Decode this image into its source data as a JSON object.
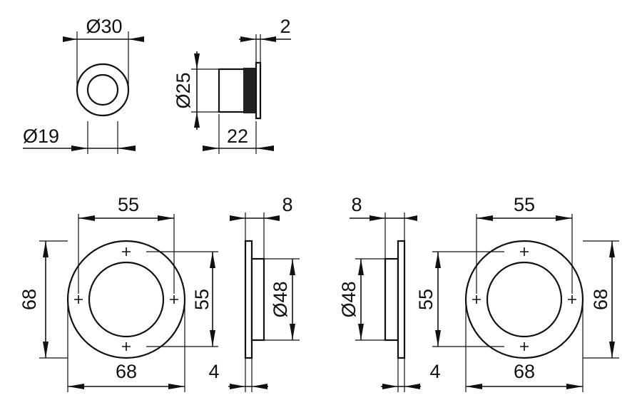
{
  "small_part": {
    "outer_diameter": "Ø30",
    "inner_diameter": "Ø19",
    "flange_thickness": "2",
    "body_diameter": "Ø25",
    "body_length": "22"
  },
  "left_rosette": {
    "hole_spacing_horizontal": "55",
    "hole_spacing_vertical": "55",
    "outer_height": "68",
    "outer_width": "68",
    "recess_diameter": "Ø48",
    "total_depth": "8",
    "plate_thickness": "4"
  },
  "right_rosette": {
    "hole_spacing_horizontal": "55",
    "hole_spacing_vertical": "55",
    "outer_height": "68",
    "outer_width": "68",
    "recess_diameter": "Ø48",
    "total_depth": "8",
    "plate_thickness": "4"
  }
}
